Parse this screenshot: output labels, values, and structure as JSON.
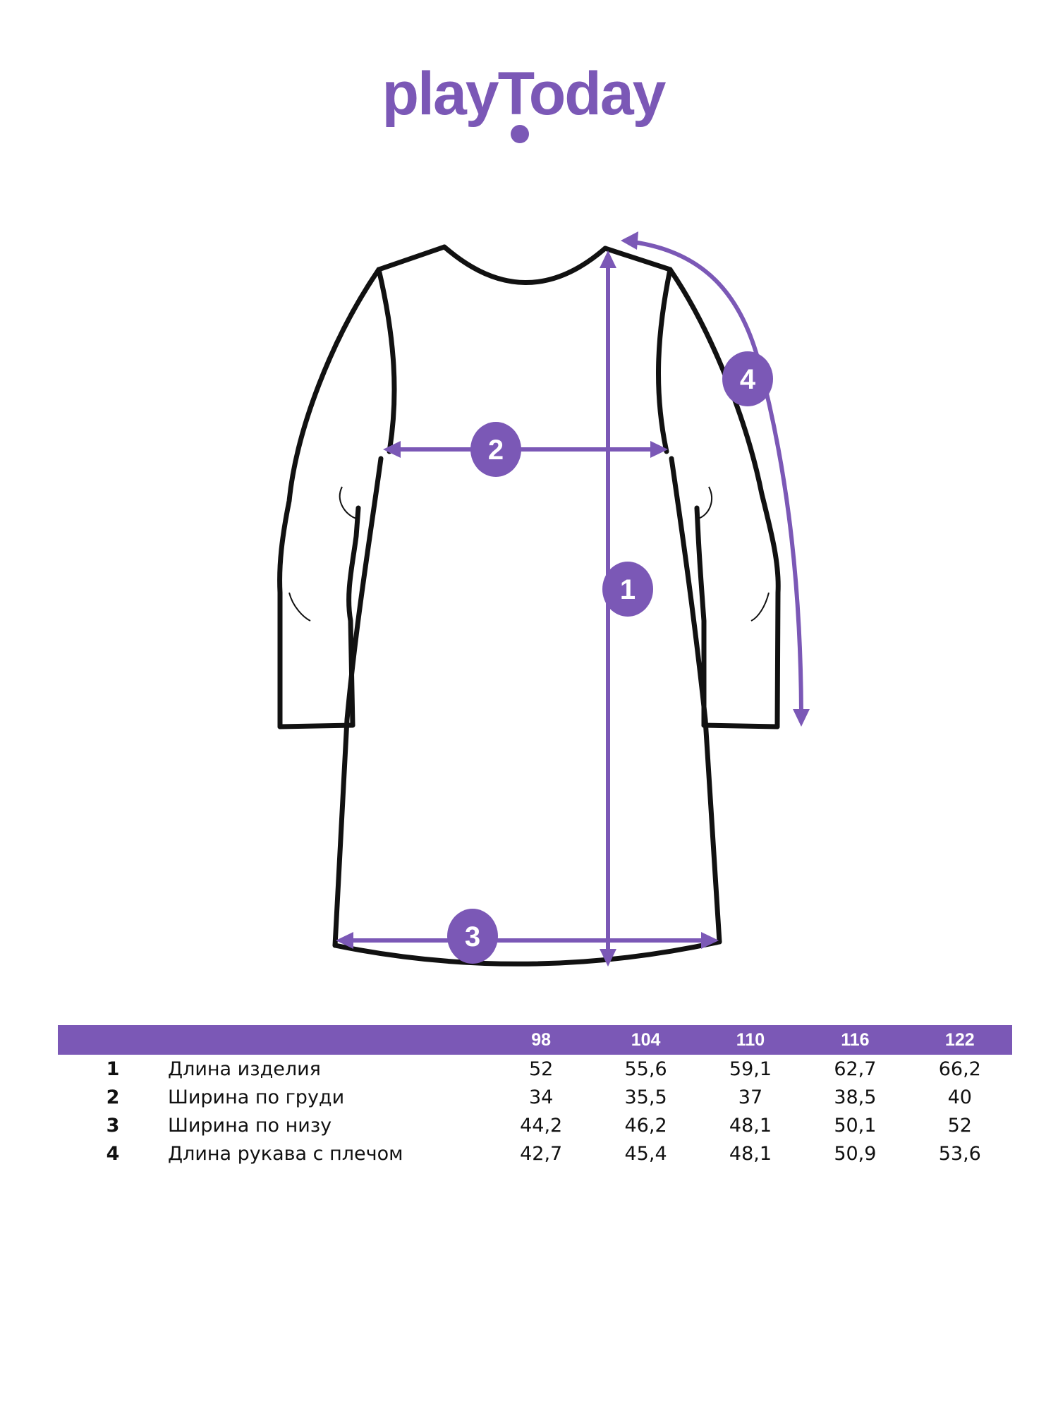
{
  "brand": {
    "logo_text": "playToday",
    "color": "#7b58b6"
  },
  "diagram": {
    "line_color": "#111111",
    "accent_color": "#7b58b6",
    "markers": [
      "1",
      "2",
      "3",
      "4"
    ]
  },
  "table": {
    "sizes": [
      "98",
      "104",
      "110",
      "116",
      "122"
    ],
    "rows": [
      {
        "num": "1",
        "label": "Длина изделия",
        "values": [
          "52",
          "55,6",
          "59,1",
          "62,7",
          "66,2"
        ]
      },
      {
        "num": "2",
        "label": "Ширина по груди",
        "values": [
          "34",
          "35,5",
          "37",
          "38,5",
          "40"
        ]
      },
      {
        "num": "3",
        "label": "Ширина по низу",
        "values": [
          "44,2",
          "46,2",
          "48,1",
          "50,1",
          "52"
        ]
      },
      {
        "num": "4",
        "label": "Длина рукава с плечом",
        "values": [
          "42,7",
          "45,4",
          "48,1",
          "50,9",
          "53,6"
        ]
      }
    ]
  }
}
